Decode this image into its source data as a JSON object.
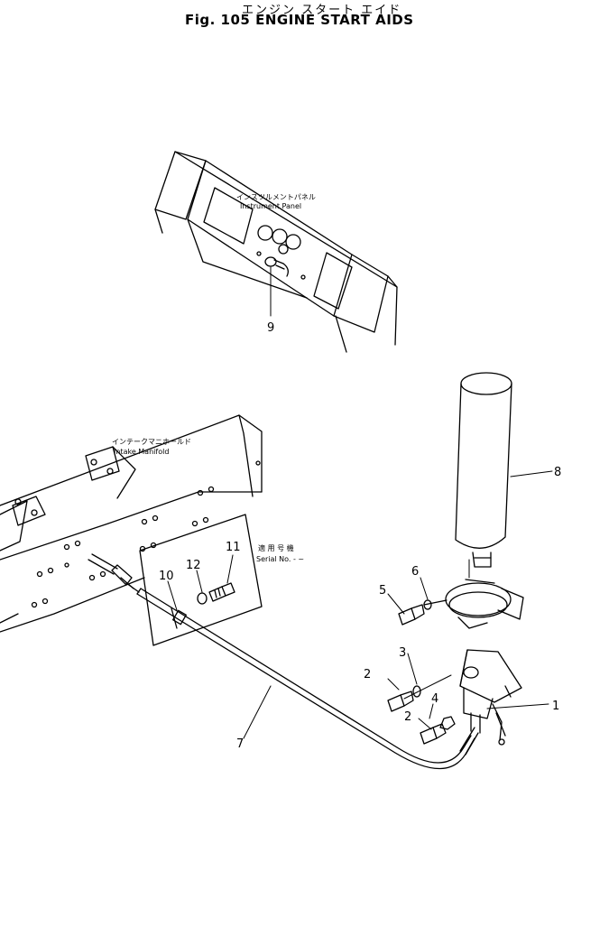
{
  "header": {
    "title_jp": "エンジン スタート エイド",
    "title_en": "Fig. 105 ENGINE START AIDS"
  },
  "labels": {
    "instrument_panel_jp": "インスツルメントパネル",
    "instrument_panel_en": "Instrument Panel",
    "intake_manifold_jp": "インテークマニホールド",
    "intake_manifold_en": "Intake Manifold",
    "serial_jp": "適 用 号 機",
    "serial_en": "Serial No. - ~"
  },
  "callouts": {
    "c1": "1",
    "c2a": "2",
    "c2b": "2",
    "c3": "3",
    "c4": "4",
    "c5": "5",
    "c6": "6",
    "c7": "7",
    "c8": "8",
    "c9": "9",
    "c10": "10",
    "c11": "11",
    "c12": "12"
  }
}
